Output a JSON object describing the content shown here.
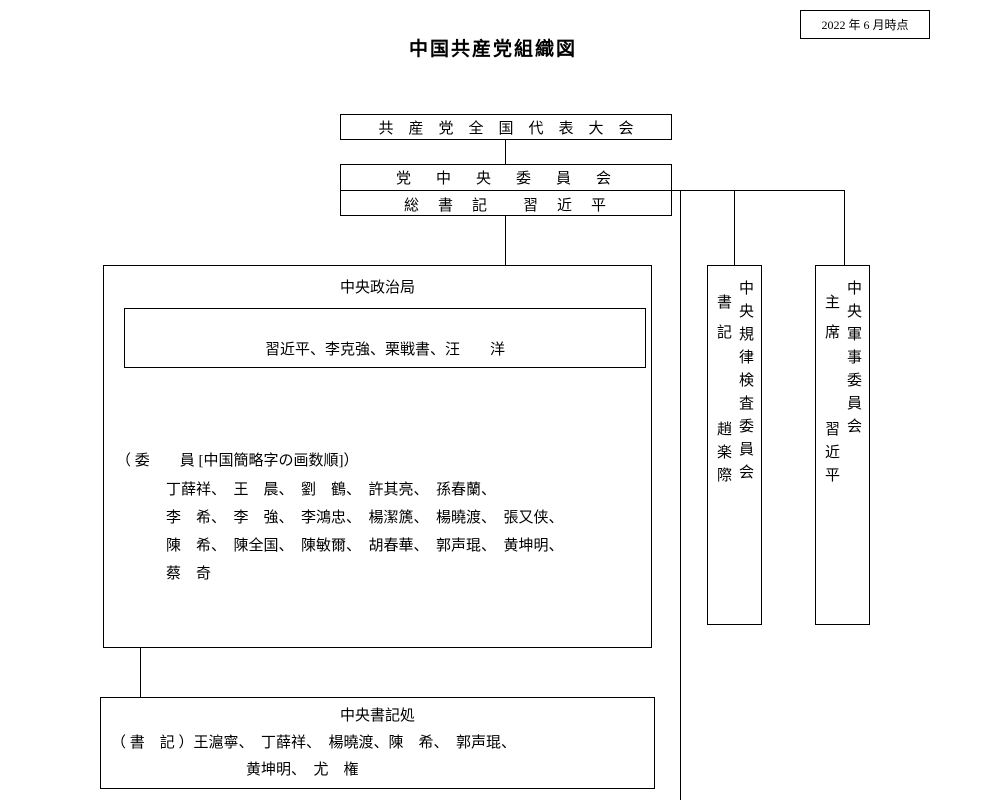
{
  "page": {
    "title": "中国共産党組織図",
    "date_note": "2022 年 6 月時点"
  },
  "congress": {
    "label": "共　産　党　全　国　代　表　大　会"
  },
  "central_committee": {
    "label": "党　中　央　委　員　会",
    "general_secretary": "総　書　記　　習　近　平"
  },
  "politburo": {
    "title": "中央政治局",
    "standing_committee_members": "習近平、李克強、栗戦書、汪　　洋",
    "members_heading": "（ 委　　員 [中国簡略字の画数順]）",
    "members_lines": [
      "丁薛祥、　王　晨、　劉　鶴、　許其亮、　孫春蘭、",
      "李　希、　李　強、　李鴻忠、　楊潔篪、　楊曉渡、　張又侠、",
      "陳　希、　陳全国、　陳敏爾、　胡春華、　郭声琨、　黄坤明、",
      "蔡　奇"
    ]
  },
  "secretariat": {
    "title": "中央書記処",
    "lines": [
      "（ 書　記 ）王滬寧、　丁薛祥、　楊曉渡、陳　希、　郭声琨、",
      "黄坤明、　尤　権"
    ]
  },
  "discipline_commission": {
    "name": "中央規律検査委員会",
    "role": "書　記",
    "person": "趙楽際"
  },
  "military_commission": {
    "name": "中央軍事委員会",
    "role": "主　席",
    "person": "習近平"
  },
  "colors": {
    "background": "#ffffff",
    "text": "#000000",
    "line": "#000000"
  }
}
